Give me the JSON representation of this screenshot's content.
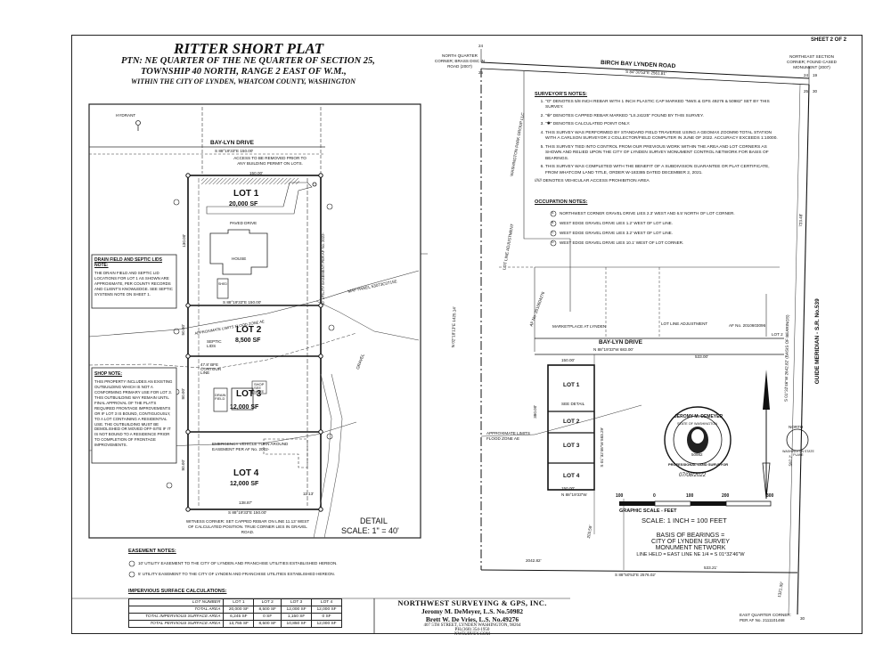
{
  "sheet_label": "SHEET 2 OF 2",
  "title": {
    "main": "RITTER SHORT PLAT",
    "line1": "PTN: NE QUARTER OF THE NE QUARTER OF SECTION 25,",
    "line2": "TOWNSHIP 40 NORTH, RANGE 2 EAST OF W.M.,",
    "line3": "WITHIN THE CITY OF LYNDEN, WHATCOM COUNTY, WASHINGTON"
  },
  "detail": {
    "hydrant": "HYDRANT",
    "road": "BAY-LYN DRIVE",
    "road_bearing": "S 88°19'33\"E 150.00'",
    "access_note": "ACCESS TO BE REMOVED PRIOR TO ANY BUILDING PERMIT ON LOTS.",
    "lots": [
      {
        "name": "LOT 1",
        "area": "20,000 SF"
      },
      {
        "name": "LOT 2",
        "area": "8,500 SF"
      },
      {
        "name": "LOT 3",
        "area": "12,000 SF"
      },
      {
        "name": "LOT 4",
        "area": "12,000 SF"
      }
    ],
    "paved_drive": "PAVED DRIVE",
    "house": "HOUSE",
    "shed": "SHED",
    "septic_lids": "SEPTIC LIDS",
    "drain_field": "DRAIN FIELD",
    "shop": "SHOP SEE NOTE",
    "contour": "47.8' BFE CONTOUR LINE",
    "flood_zone": "APPROXIMATE LIMITS FLOOD ZONE AE",
    "map_panel": "MAP PANEL 53073C0715E",
    "utility_easement": "10' UTILITY EASEMENT PER AF No. 2022-",
    "gravel": "GRAVEL",
    "emergency_easement": "EMERGENCY VEHICLE TURN AROUND EASEMENT PER AF No. 2022-",
    "witness_corner": "WITNESS CORNER: SET CAPPED REBAR ON LINE 11.13' WEST OF CALCULATED POSITION. TRUE CORNER LIES IN GRAVEL ROAD.",
    "detail_label": "DETAIL",
    "detail_scale": "SCALE: 1\" = 40'",
    "dims": [
      "150.00'",
      "130.00'",
      "50.00'",
      "85.00'",
      "80.00'",
      "30.00'",
      "138.87'",
      "11.13'",
      "S 88°19'33\"E 150.00'"
    ]
  },
  "notes": {
    "drain_title": "DRAIN FIELD AND SEPTIC LIDS NOTE:",
    "drain_body": "THE DRAIN FIELD AND SEPTIC LID LOCATIONS FOR LOT 1 AS SHOWN ARE APPROXIMATE, PER COUNTY RECORDS AND CLIENT'S KNOWLEDGE. SEE SEPTIC SYSTEMS NOTE ON SHEET 1.",
    "shop_title": "SHOP NOTE:",
    "shop_body": "THIS PROPERTY INCLUDES AN EXISTING OUTBUILDING WHICH IS NOT A CONFORMING PRIMARY USE FOR LOT 3. THIS OUTBUILDING MAY REMAIN UNTIL FINAL APPROVAL OF THE PLAT'S REQUIRED FRONTAGE IMPROVEMENTS OR IF LOT 3 IS BOUND, CONTIGUOUSLY, TO A LOT CONTAINING A RESIDENTIAL USE. THE OUTBUILDING MUST BE DEMOLISHED OR MOVED OFF-SITE IF IT IS NOT BOUND TO A RESIDENCE PRIOR TO COMPLETION OF FRONTAGE IMPROVEMENTS.",
    "easement_title": "EASEMENT NOTES:",
    "easement_1": "10' UTILITY EASEMENT TO THE CITY OF LYNDEN AND FRANCHISE UTILITIES ESTABLISHED HEREON.",
    "easement_2": "5' UTILITY EASEMENT TO THE CITY OF LYNDEN AND FRANCHISE UTILITIES ESTABLISHED HEREON."
  },
  "impervious": {
    "title": "IMPERVIOUS SURFACE CALCULATIONS:",
    "header": [
      "LOT NUMBER",
      "LOT 1",
      "LOT 2",
      "LOT 3",
      "LOT 4"
    ],
    "rows": [
      [
        "TOTAL AREA",
        "20,000 SF",
        "8,500 SF",
        "12,000 SF",
        "12,000 SF"
      ],
      [
        "TOTAL IMPERVIOUS SURFACE AREA",
        "6,245 SF",
        "0 SF",
        "1,150 SF",
        "0 SF"
      ],
      [
        "TOTAL PERVIOUS SURFACE AREA",
        "13,755 SF",
        "8,500 SF",
        "10,850 SF",
        "12,000 SF"
      ]
    ]
  },
  "surveyor": {
    "company": "NORTHWEST SURVEYING & GPS, INC.",
    "name1": "Jeromy M. DeMeyer, L.S. No.50982",
    "name2": "Brett W. De Vries, L.S. No.49276",
    "address": "407 5TH STREET, LYNDEN WASHINGTON, 98264",
    "phone": "PH.(360) 354-1950",
    "web": "NWSURVEY.COM"
  },
  "map": {
    "nw_corner": "NORTH QUARTER CORNER; BRASS DISC IN ROAD (2007)",
    "ne_corner": "NORTHEAST SECTION CORNER; FOUND CASED MONUMENT (2007)",
    "road": "BIRCH BAY LYNDEN ROAD",
    "road_bearing": "S 84°30'53\"E 2561.81'",
    "park": "WASHINGTON PARK GROUP LLC",
    "lot_line_adj": "LOT LINE ADJUSTMENT",
    "af1": "AF No. 2010604276",
    "marketplace": "MARKETPLACE AT LYNDEN",
    "af2": "AF No. 2010603096",
    "lot2": "LOT 2",
    "bay_lyn": "BAY-LYN DRIVE",
    "bay_lyn_bearing": "N 88°19'33\"W 683.00'",
    "guide": "GUIDE MERIDIAN - S.R. No.539",
    "basis_line": "S 01°32'46\"W 2642.82' (BASIS OF BEARINGS)",
    "lots": [
      "LOT 1",
      "LOT 2",
      "LOT 3",
      "LOT 4"
    ],
    "see_detail": "SEE DETAIL",
    "flood": "APPROXIMATE LIMITS FLOOD ZONE AE",
    "west_bearing": "N 02°18'13\"E 1425.14'",
    "south_bearing": "S 88°50'53\"E 2576.02'",
    "dim_a": "2042.82'",
    "dim_b": "533.21'",
    "dim_c": "1321.39'",
    "dim_d": "723.48'",
    "dim_e": "597.7'",
    "dim_f": "203.59'",
    "dim_g": "533.00'",
    "dim_h": "380.00'",
    "lots_bearing": "S 01°32'46\"W 583.29'",
    "lots_top": "150.00'",
    "lots_bottom": "N 88°19'33\"W",
    "e_quarter": "EAST QUARTER CORNER: PER AF No. 2111101468",
    "sec_nums": [
      "24",
      "25",
      "24",
      "19",
      "25",
      "30",
      "30"
    ],
    "occ_markers": [
      "A",
      "B",
      "C",
      "D"
    ]
  },
  "surveyor_notes": {
    "title": "SURVEYOR'S NOTES:",
    "items": [
      "\"O\" DENOTES 5/8 INCH REBAR WITH 1 INCH PLASTIC CAP MARKED \"NWS & GPS 49276 & 50982\" SET BY THIS SURVEY.",
      "\"⊕\" DENOTES CAPPED REBAR MARKED \"LS.24225\" FOUND BY THIS SURVEY.",
      "\"✱\" DENOTES CALCULATED POINT ONLY.",
      "THIS SURVEY WAS PERFORMED BY STANDARD FIELD TRAVERSE USING A GEOMAX ZOOM90 TOTAL STATION WITH A CARLSON SURVEYOR 2 COLLECTOR/FIELD COMPUTER IN JUNE OF 2022. ACCURACY EXCEEDS 1:10000.",
      "THIS SURVEY TIED INTO CONTROL FROM OUR PREVIOUS WORK WITHIN THE AREA AND LOT CORNERS AS SHOWN AND RELIED UPON THE CITY OF LYNDEN SURVEY MONUMENT CONTROL NETWORK FOR BASIS OF BEARINGS.",
      "THIS SURVEY WAS COMPLETED WITH THE BENEFIT OF A SUBDIVISION GUARANTEE OR PLAT CERTIFICATE, FROM WHATCOM LAND TITLE, ORDER W-183385 DATED DECEMBER 2, 2021."
    ],
    "hatch": "////// DENOTES VEHICULAR ACCESS PROHIBITION AREA"
  },
  "occupation_notes": {
    "title": "OCCUPATION NOTES:",
    "items": [
      "NORTHWEST CORNER GRAVEL DRIVE LIES 2.3' WEST AND 6.5' NORTH OF LOT CORNER.",
      "WEST EDGE GRAVEL DRIVE LIES 1.2' WEST OF LOT LINE.",
      "WEST EDGE GRAVEL DRIVE LIES 3.2' WEST OF LOT LINE.",
      "WEST EDGE GRAVEL DRIVE LIES 10.1' WEST OF LOT CORNER."
    ]
  },
  "seal": {
    "ring_top": "JEROMY M. DEMEYER",
    "state": "STATE OF WASHINGTON",
    "number": "50982",
    "ring_bottom": "PROFESSIONAL LAND SURVEYOR",
    "signature_date": "07/08/2022"
  },
  "north": {
    "label": "NORTH",
    "sub": "WASHINGTON STATE PLANE"
  },
  "scale": {
    "ticks": [
      "100",
      "0",
      "100",
      "200",
      "300"
    ],
    "title": "GRAPHIC SCALE - FEET",
    "text": "SCALE: 1 INCH = 100 FEET"
  },
  "basis": {
    "l1": "BASIS OF BEARINGS =",
    "l2": "CITY OF LYNDEN SURVEY",
    "l3": "MONUMENT NETWORK",
    "l4": "LINE HELD = EAST LINE NE 1/4 = S 01°32'46\"W"
  }
}
